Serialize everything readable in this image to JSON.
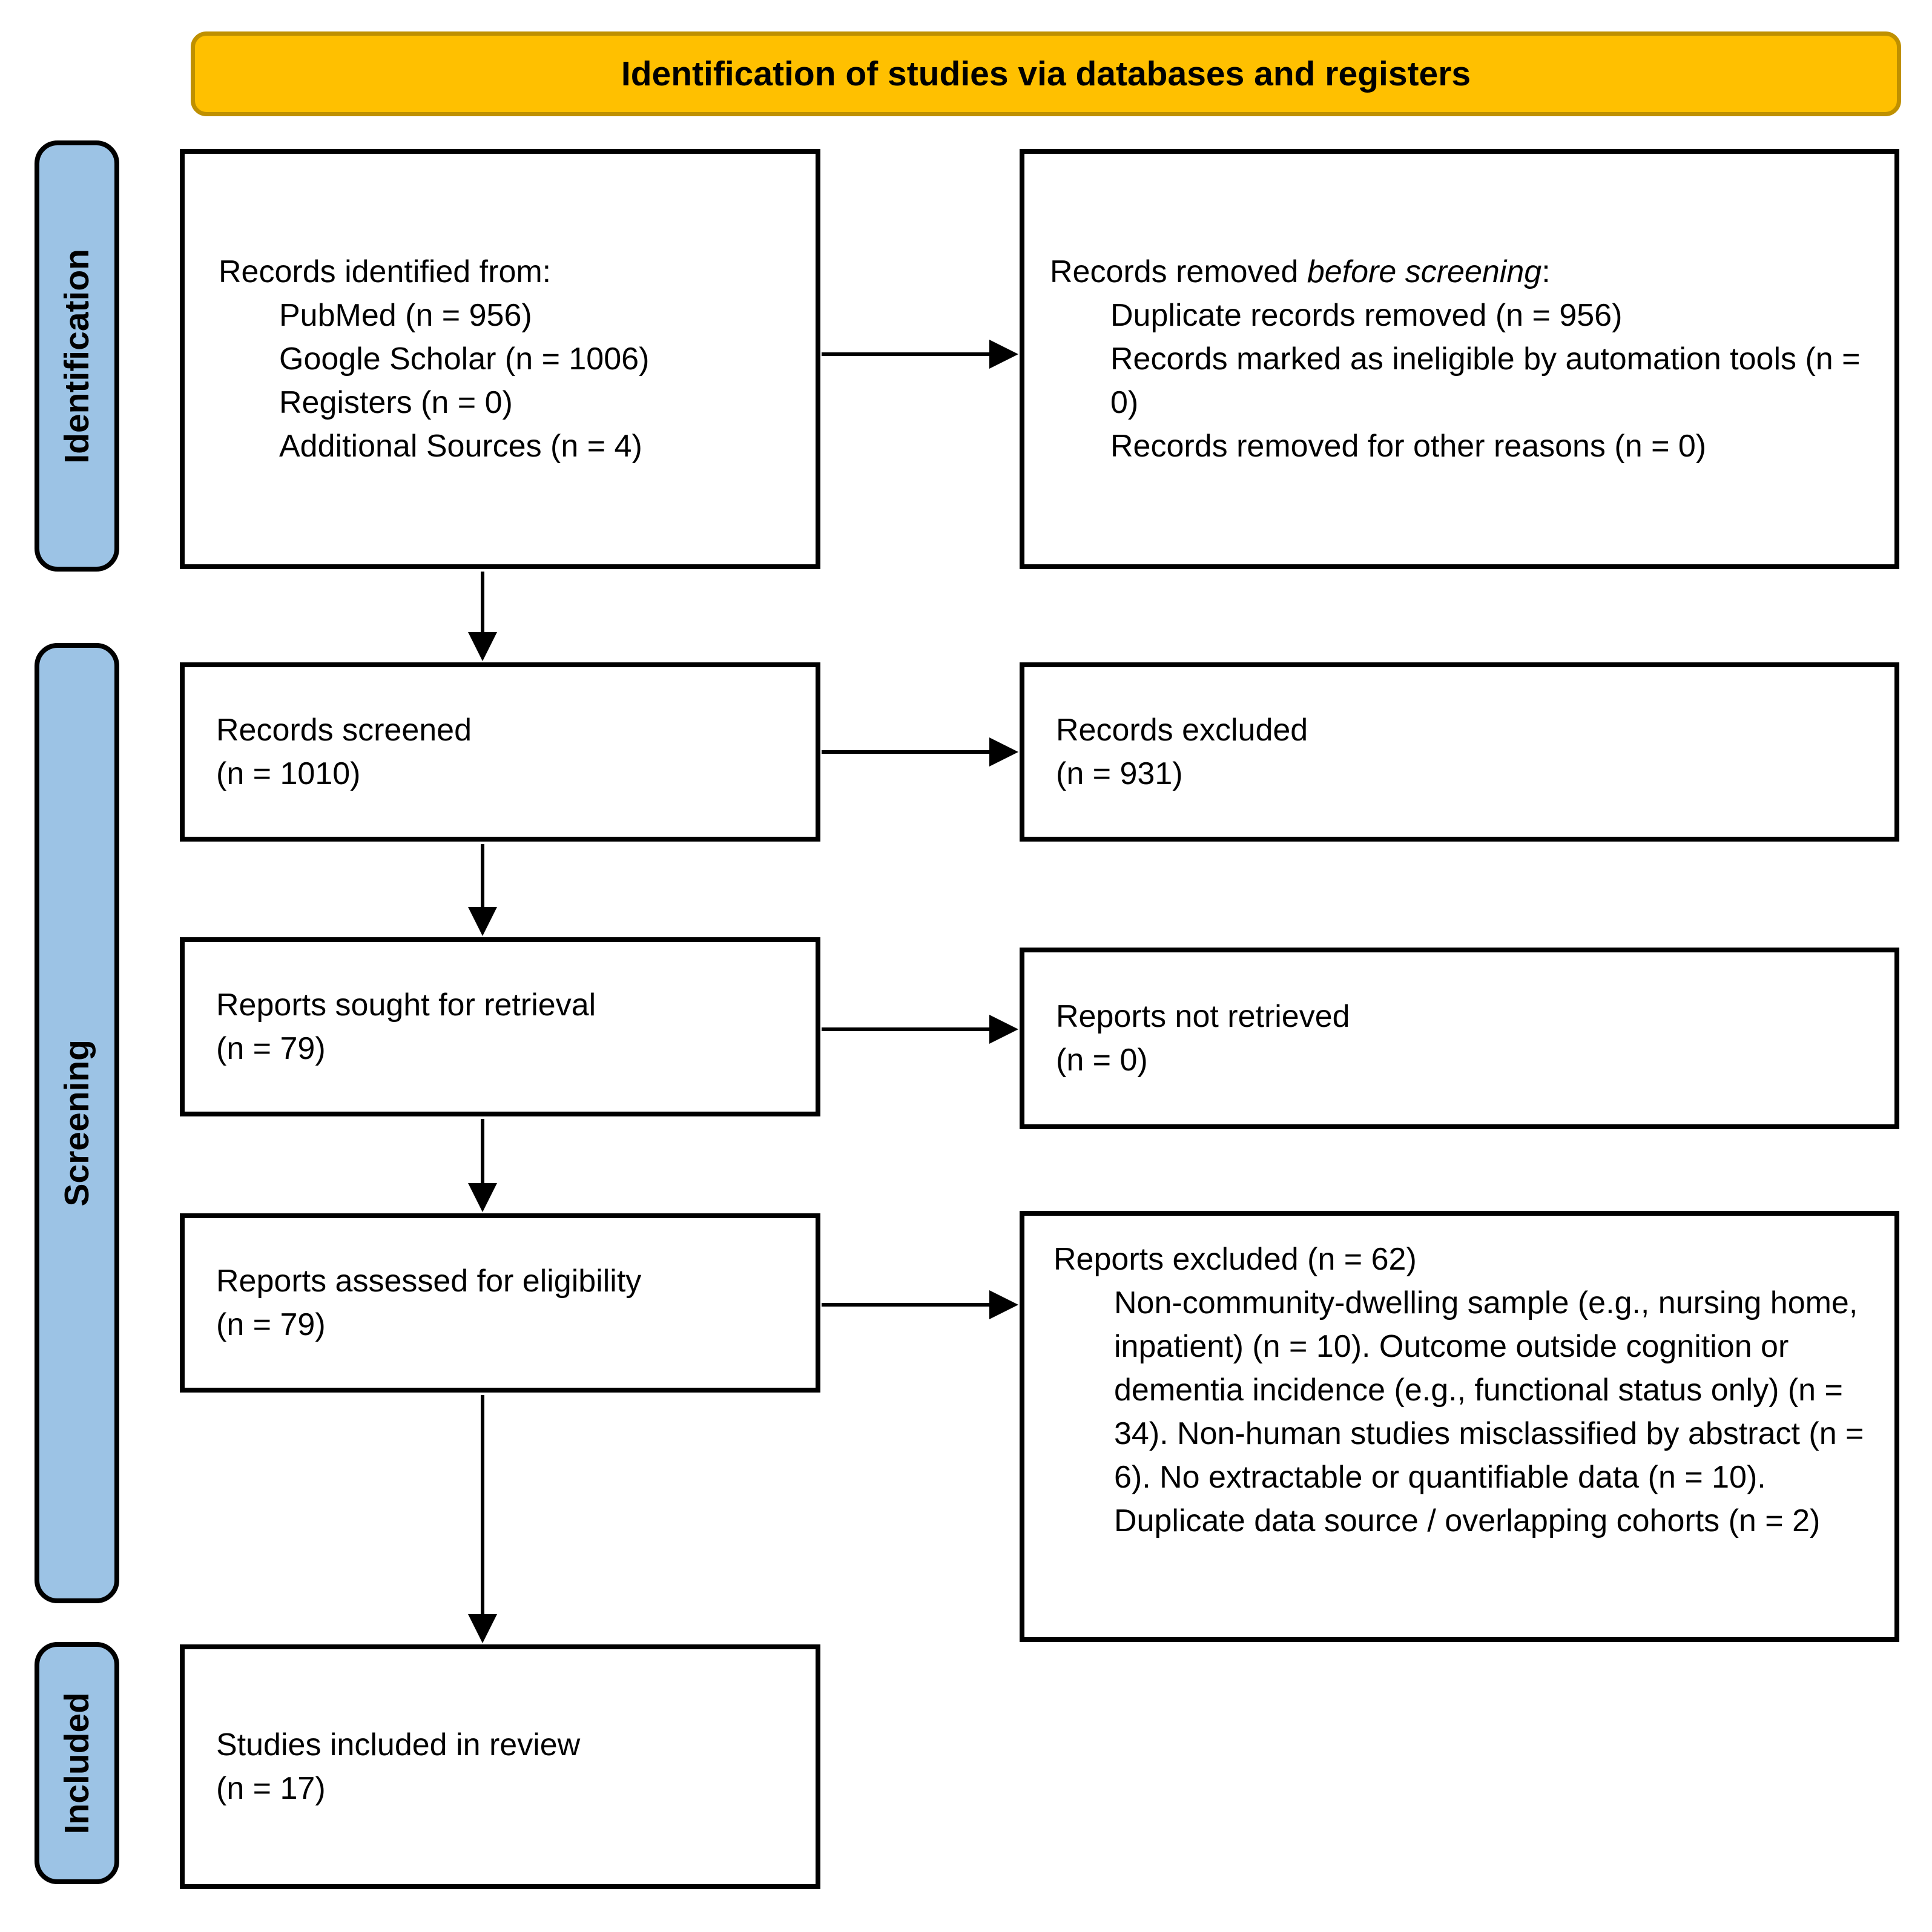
{
  "title_banner": {
    "text": "Identification of studies via databases and registers"
  },
  "stage_labels": {
    "identification": "Identification",
    "screening": "Screening",
    "included": "Included"
  },
  "boxes": {
    "records_identified": {
      "title": "Records identified from:",
      "items": [
        "PubMed (n = 956)",
        "Google Scholar (n = 1006)",
        "Registers (n = 0)",
        "Additional Sources (n = 4)"
      ]
    },
    "records_removed": {
      "title_prefix": "Records removed ",
      "title_emphasis": "before screening",
      "title_suffix": ":",
      "items": [
        "Duplicate records removed (n = 956)",
        "Records marked as ineligible by automation tools (n = 0)",
        "Records removed for other reasons (n = 0)"
      ]
    },
    "records_screened": {
      "label": "Records screened",
      "count": "(n = 1010)"
    },
    "records_excluded": {
      "label": "Records excluded",
      "count": "(n = 931)"
    },
    "reports_sought": {
      "label": "Reports sought for retrieval",
      "count": "(n = 79)"
    },
    "reports_not_retrieved": {
      "label": "Reports not retrieved",
      "count": "(n = 0)"
    },
    "reports_assessed": {
      "label": "Reports assessed for eligibility",
      "count": "(n = 79)"
    },
    "reports_excluded": {
      "title": "Reports excluded (n = 62)",
      "reasons": [
        "Non-community-dwelling sample (e.g., nursing home, inpatient) (n = 10). Outcome outside cognition or dementia incidence (e.g., functional status only) (n = 34). Non-human studies misclassified by abstract (n = 6). No extractable or quantifiable data (n = 10). Duplicate data source / overlapping cohorts (n = 2)"
      ]
    },
    "studies_included": {
      "label": "Studies included in review",
      "count": "(n = 17)"
    }
  },
  "colors": {
    "banner_fill": "#FFC000",
    "banner_border": "#BF9000",
    "stage_fill": "#9CC3E5",
    "box_border": "#000000",
    "arrow": "#000000"
  }
}
